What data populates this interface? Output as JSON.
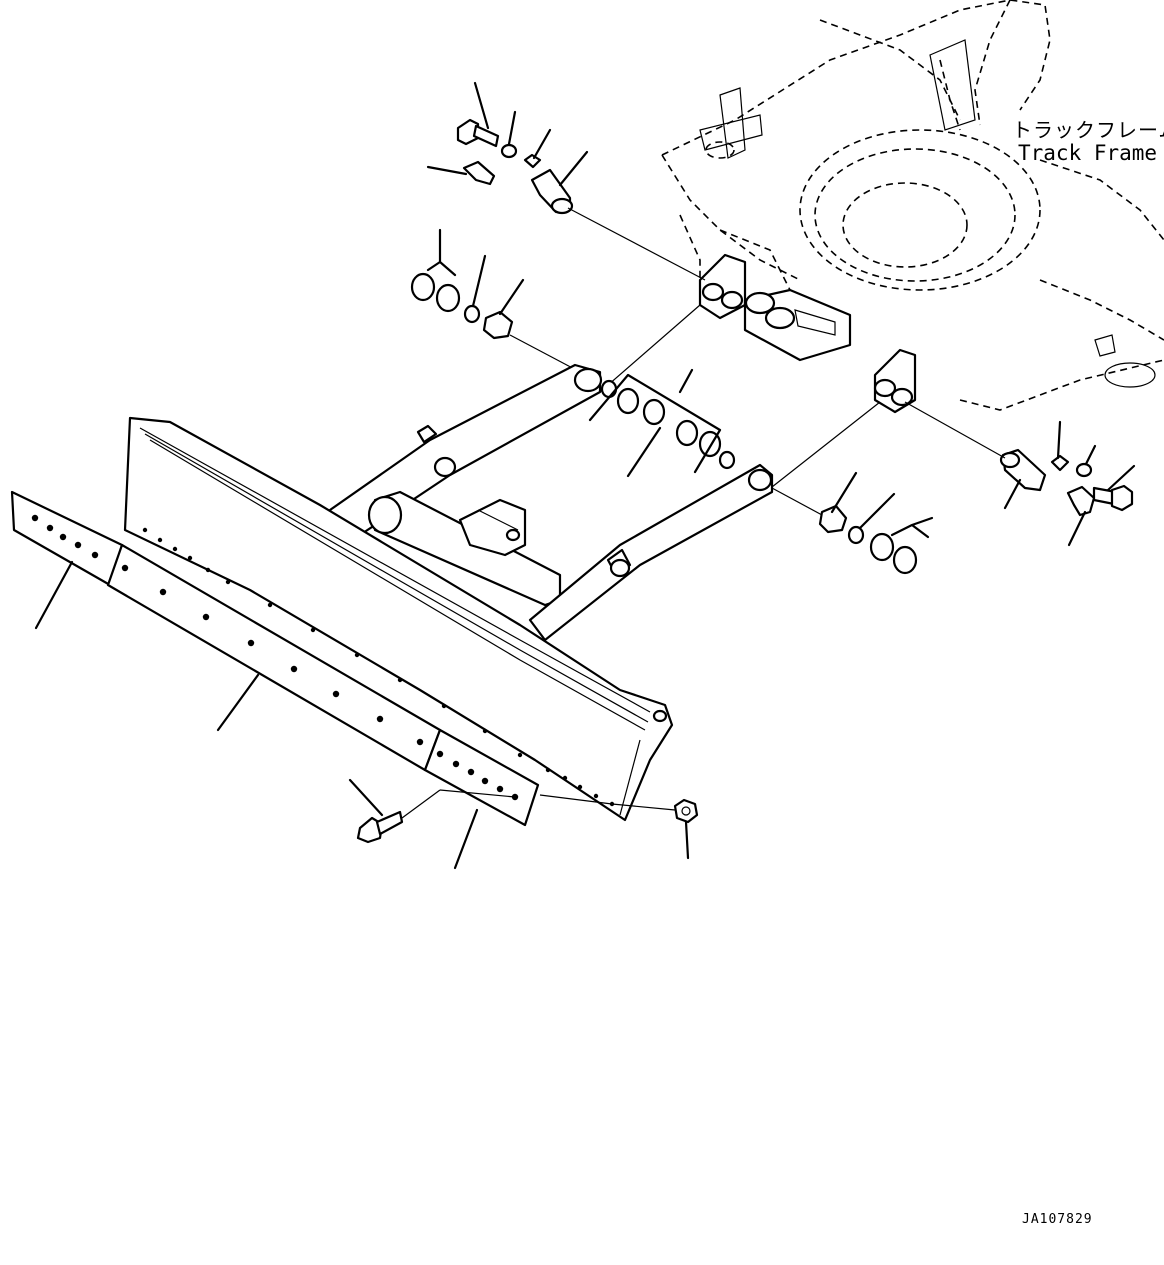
{
  "labels": {
    "track_frame_jp": "トラックフレーム",
    "track_frame_en": "Track Frame",
    "drawing_id": "JA107829"
  },
  "colors": {
    "line": "#000000",
    "background": "#ffffff"
  }
}
